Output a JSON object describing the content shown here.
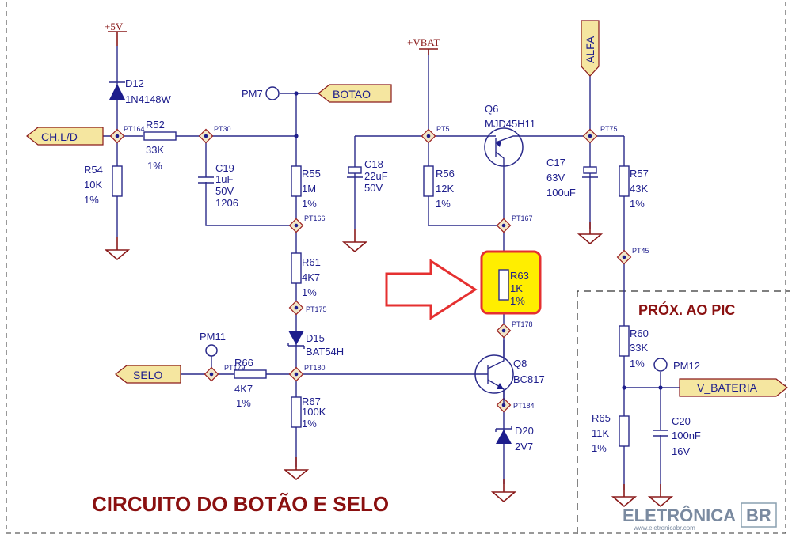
{
  "title": "CIRCUITO DO BOTÃO E SELO",
  "region_label": "PRÓX. AO PIC",
  "watermark": {
    "brand": "ELETRÔNICA",
    "suffix": "BR",
    "site": "www.eletronicabr.com"
  },
  "power": {
    "v5": "+5V",
    "vbat": "+VBAT"
  },
  "ports": {
    "chld": "CH.L/D",
    "botao": "BOTAO",
    "selo": "SELO",
    "alfa": "ALFA",
    "vbateria": "V_BATERIA"
  },
  "pads": {
    "pm7": "PM7",
    "pm11": "PM11",
    "pm12": "PM12"
  },
  "tps": {
    "pt164": "PT164",
    "pt30": "PT30",
    "pt166": "PT166",
    "pt175": "PT175",
    "pt180": "PT180",
    "pt179": "PT179",
    "pt5": "PT5",
    "pt167": "PT167",
    "pt178": "PT178",
    "pt184": "PT184",
    "pt75": "PT75",
    "pt45": "PT45"
  },
  "components": {
    "d12": {
      "ref": "D12",
      "value": "1N4148W"
    },
    "r52": {
      "ref": "R52",
      "value": "33K",
      "tol": "1%"
    },
    "r54": {
      "ref": "R54",
      "value": "10K",
      "tol": "1%"
    },
    "c19": {
      "ref": "C19",
      "value": "1uF",
      "volt": "50V",
      "pkg": "1206"
    },
    "r55": {
      "ref": "R55",
      "value": "1M",
      "tol": "1%"
    },
    "r61": {
      "ref": "R61",
      "value": "4K7",
      "tol": "1%"
    },
    "d15": {
      "ref": "D15",
      "value": "BAT54H"
    },
    "r66": {
      "ref": "R66",
      "value": "4K7",
      "tol": "1%"
    },
    "r67": {
      "ref": "R67",
      "value": "100K",
      "tol": "1%"
    },
    "c18": {
      "ref": "C18",
      "value": "22uF",
      "volt": "50V"
    },
    "r56": {
      "ref": "R56",
      "value": "12K",
      "tol": "1%"
    },
    "q6": {
      "ref": "Q6",
      "value": "MJD45H11"
    },
    "r63": {
      "ref": "R63",
      "value": "1K",
      "tol": "1%"
    },
    "q8": {
      "ref": "Q8",
      "value": "BC817"
    },
    "d20": {
      "ref": "D20",
      "value": "2V7"
    },
    "c17": {
      "ref": "C17",
      "volt": "63V",
      "value": "100uF"
    },
    "r57": {
      "ref": "R57",
      "value": "43K",
      "tol": "1%"
    },
    "r60": {
      "ref": "R60",
      "value": "33K",
      "tol": "1%"
    },
    "r65": {
      "ref": "R65",
      "value": "11K",
      "tol": "1%"
    },
    "c20": {
      "ref": "C20",
      "value": "100nF",
      "volt": "16V"
    }
  },
  "colors": {
    "wire": "#2a2a8a",
    "power": "#8a1a1a",
    "port_fill": "#f5e6a0",
    "highlight": "#ffee00",
    "arrow": "#e53030"
  }
}
